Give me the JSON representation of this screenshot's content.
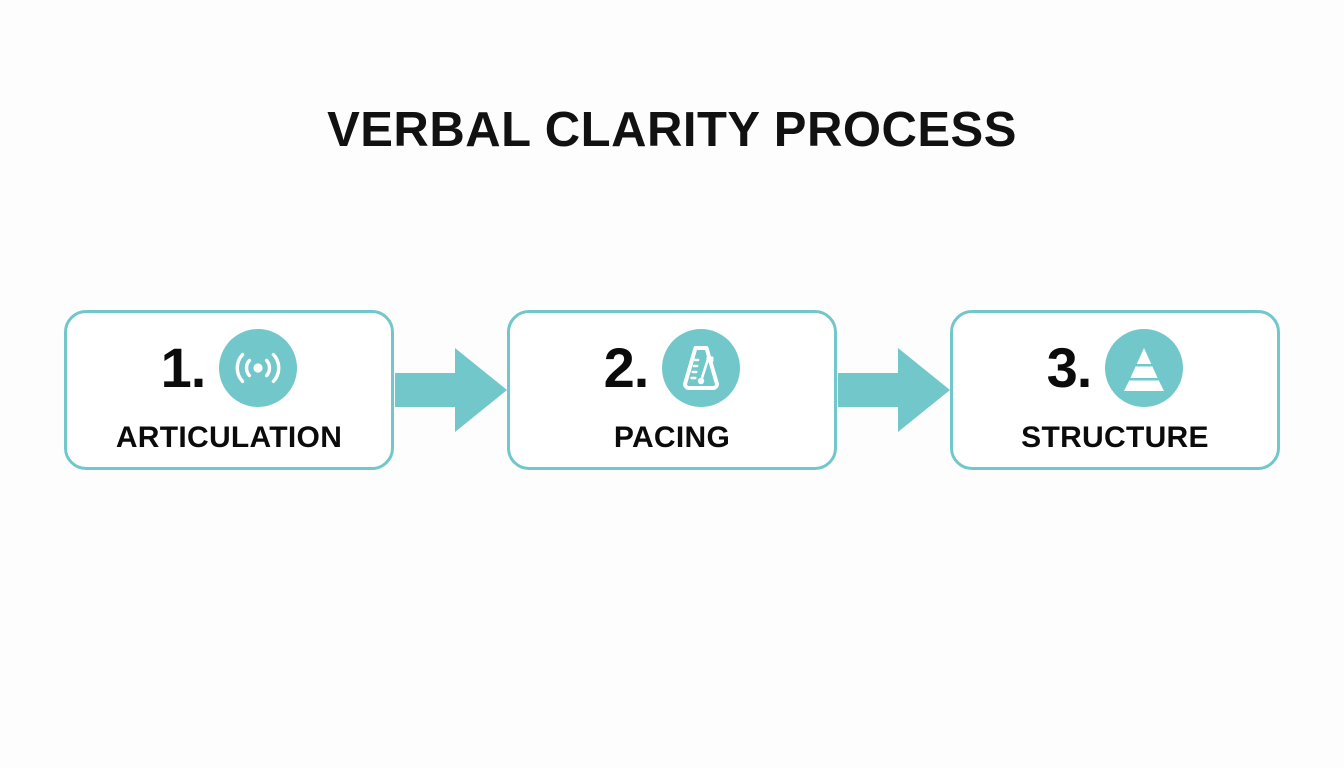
{
  "page": {
    "title": "VERBAL CLARITY PROCESS",
    "background_color": "#fdfdfd",
    "accent_color": "#72c7cb",
    "text_color": "#0b0b0b"
  },
  "flow": {
    "steps": [
      {
        "number": "1.",
        "label": "ARTICULATION",
        "icon": "sound-wave-icon"
      },
      {
        "number": "2.",
        "label": "PACING",
        "icon": "metronome-icon"
      },
      {
        "number": "3.",
        "label": "STRUCTURE",
        "icon": "pyramid-icon"
      }
    ],
    "connectors": [
      {
        "icon": "arrow-right-icon"
      },
      {
        "icon": "arrow-right-icon"
      }
    ]
  }
}
